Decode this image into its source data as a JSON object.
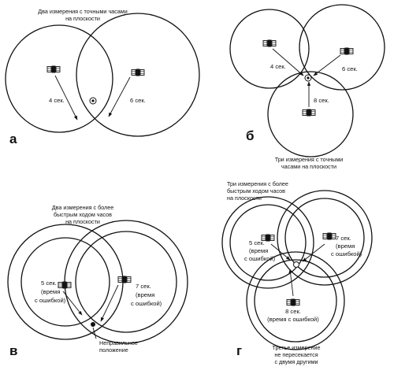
{
  "panel_a": {
    "letter": "а",
    "caption": [
      "Два измерения с точными часами",
      "на плоскости"
    ],
    "label_left": "4 сек.",
    "label_right": "6 сек."
  },
  "panel_b": {
    "letter": "б",
    "caption": [
      "Три измерения с точными",
      "часами на плоскости"
    ],
    "label_left": "4 сек.",
    "label_right": "6 сек.",
    "label_bottom": "8 сек."
  },
  "panel_v": {
    "letter": "в",
    "caption": [
      "Два измерения с более",
      "быстрым ходом часов",
      "на плоскости"
    ],
    "label_left": [
      "5 сек.",
      "(время",
      "с ошибкой)"
    ],
    "label_right": [
      "7 сек.",
      "(время",
      "с ошибкой)"
    ],
    "wrong_position": [
      "Неправильное",
      "положение"
    ]
  },
  "panel_g": {
    "letter": "г",
    "caption_top": [
      "Три измерения с более",
      "быстрым ходом часов",
      "на плоскости"
    ],
    "label_left": [
      "5 сек.",
      "(время",
      "с ошибкой)"
    ],
    "label_right": [
      "7 сек.",
      "(время",
      "с ошибкой)"
    ],
    "label_bottom": [
      "8 сек.",
      "(время с ошибкой)"
    ],
    "caption_bottom": [
      "Третье измерение",
      "не пересекается",
      "с двумя другими"
    ]
  }
}
